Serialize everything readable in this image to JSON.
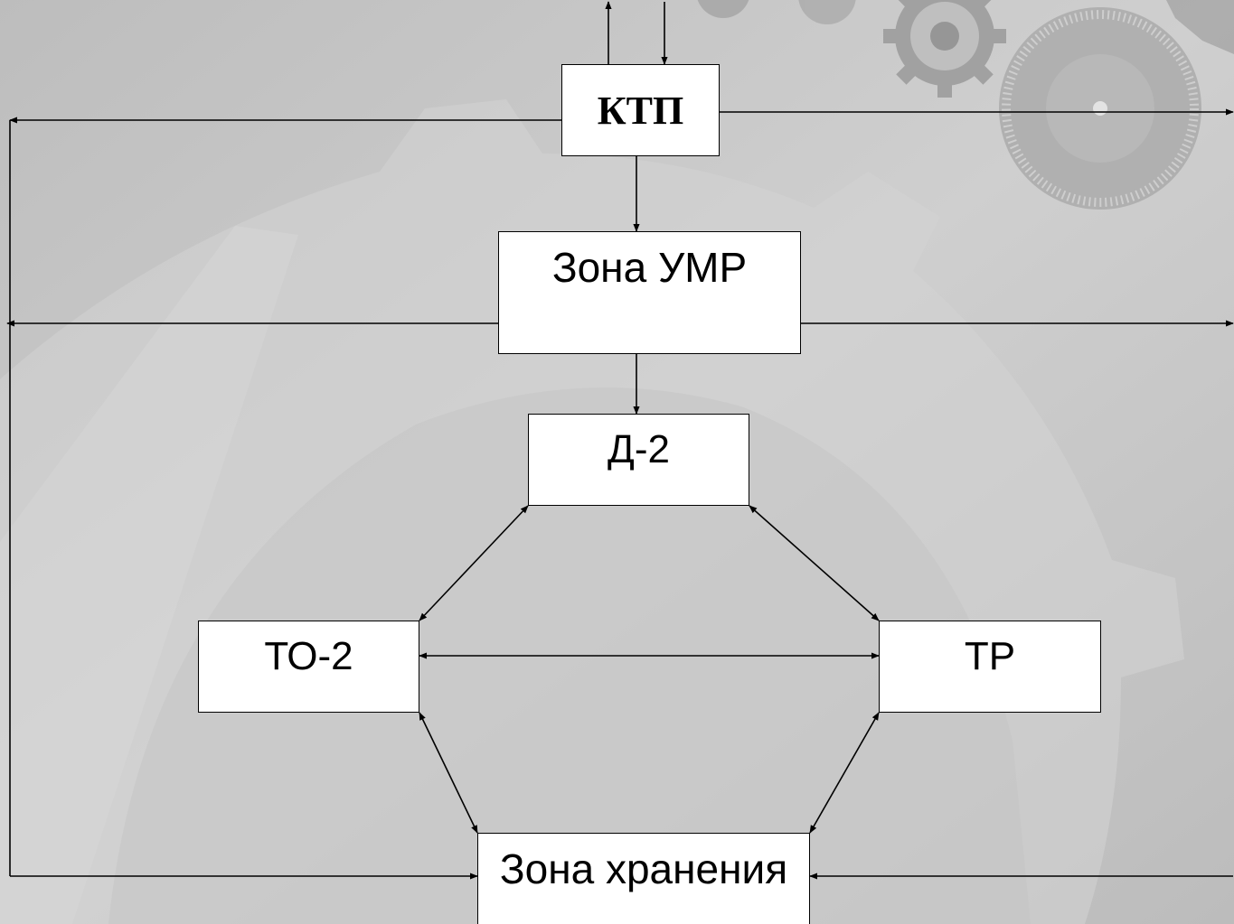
{
  "diagram": {
    "nodes": {
      "ktp": "КТП",
      "umr": "Зона УМР",
      "d2": "Д-2",
      "to2": "ТО-2",
      "tr": "ТР",
      "storage": "Зона хранения"
    },
    "edges": [
      {
        "from": "external",
        "to": "ktp"
      },
      {
        "from": "ktp",
        "to": "external"
      },
      {
        "from": "ktp",
        "to": "umr"
      },
      {
        "from": "ktp",
        "to": "left-bus"
      },
      {
        "from": "ktp",
        "to": "right-exit"
      },
      {
        "from": "umr",
        "to": "left-bus"
      },
      {
        "from": "umr",
        "to": "right-exit"
      },
      {
        "from": "umr",
        "to": "d2"
      },
      {
        "from": "d2",
        "to": "to2",
        "bidirectional": true
      },
      {
        "from": "d2",
        "to": "tr",
        "bidirectional": true
      },
      {
        "from": "to2",
        "to": "tr",
        "bidirectional": true
      },
      {
        "from": "to2",
        "to": "storage",
        "bidirectional": true
      },
      {
        "from": "tr",
        "to": "storage",
        "bidirectional": true
      },
      {
        "from": "left-bus",
        "to": "storage"
      },
      {
        "from": "right-entry",
        "to": "storage"
      }
    ]
  },
  "colors": {
    "background": "#c9c9c9",
    "line": "#000000",
    "box_fill": "#ffffff"
  }
}
